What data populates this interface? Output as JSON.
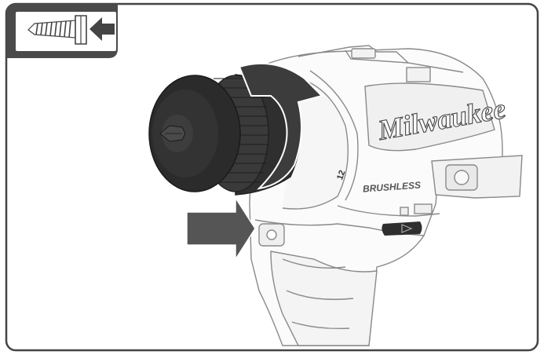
{
  "tool": {
    "brand_text": "Milwaukee",
    "model_text": "BRUSHLESS",
    "clutch_number": "12"
  },
  "mode_badge": {
    "icon": "screw-drive-reverse-icon"
  },
  "colors": {
    "frame": "#444444",
    "badge": "#4a4a4a",
    "chuck_dark": "#2b2b2b",
    "arrow_gray": "#555555",
    "body_outline": "#888888"
  }
}
